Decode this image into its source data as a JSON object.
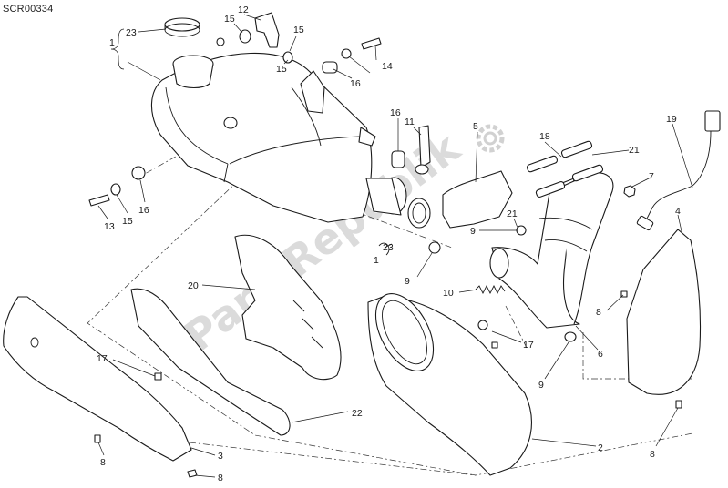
{
  "drawing_code": "SCR00334",
  "watermark": "PartsRepublik",
  "callouts": [
    {
      "id": "c1a",
      "text": "1"
    },
    {
      "id": "c23a",
      "text": "23"
    },
    {
      "id": "c12",
      "text": "12"
    },
    {
      "id": "c15a",
      "text": "15"
    },
    {
      "id": "c15b",
      "text": "15"
    },
    {
      "id": "c15c",
      "text": "15"
    },
    {
      "id": "c14",
      "text": "14"
    },
    {
      "id": "c16a",
      "text": "16"
    },
    {
      "id": "c16b",
      "text": "16"
    },
    {
      "id": "c11",
      "text": "11"
    },
    {
      "id": "c5",
      "text": "5"
    },
    {
      "id": "c18",
      "text": "18"
    },
    {
      "id": "c21a",
      "text": "21"
    },
    {
      "id": "c19",
      "text": "19"
    },
    {
      "id": "c7",
      "text": "7"
    },
    {
      "id": "c13",
      "text": "13"
    },
    {
      "id": "c15d",
      "text": "15"
    },
    {
      "id": "c16c",
      "text": "16"
    },
    {
      "id": "c21b",
      "text": "21"
    },
    {
      "id": "c9a",
      "text": "9"
    },
    {
      "id": "c4",
      "text": "4"
    },
    {
      "id": "c23b",
      "text": "23"
    },
    {
      "id": "c1b",
      "text": "1"
    },
    {
      "id": "c9b",
      "text": "9"
    },
    {
      "id": "c20",
      "text": "20"
    },
    {
      "id": "c10",
      "text": "10"
    },
    {
      "id": "c8a",
      "text": "8"
    },
    {
      "id": "c17a",
      "text": "17"
    },
    {
      "id": "c6",
      "text": "6"
    },
    {
      "id": "c17b",
      "text": "17"
    },
    {
      "id": "c9c",
      "text": "9"
    },
    {
      "id": "c22",
      "text": "22"
    },
    {
      "id": "c2",
      "text": "2"
    },
    {
      "id": "c8b",
      "text": "8"
    },
    {
      "id": "c3",
      "text": "3"
    },
    {
      "id": "c8c",
      "text": "8"
    },
    {
      "id": "c8d",
      "text": "8"
    }
  ]
}
